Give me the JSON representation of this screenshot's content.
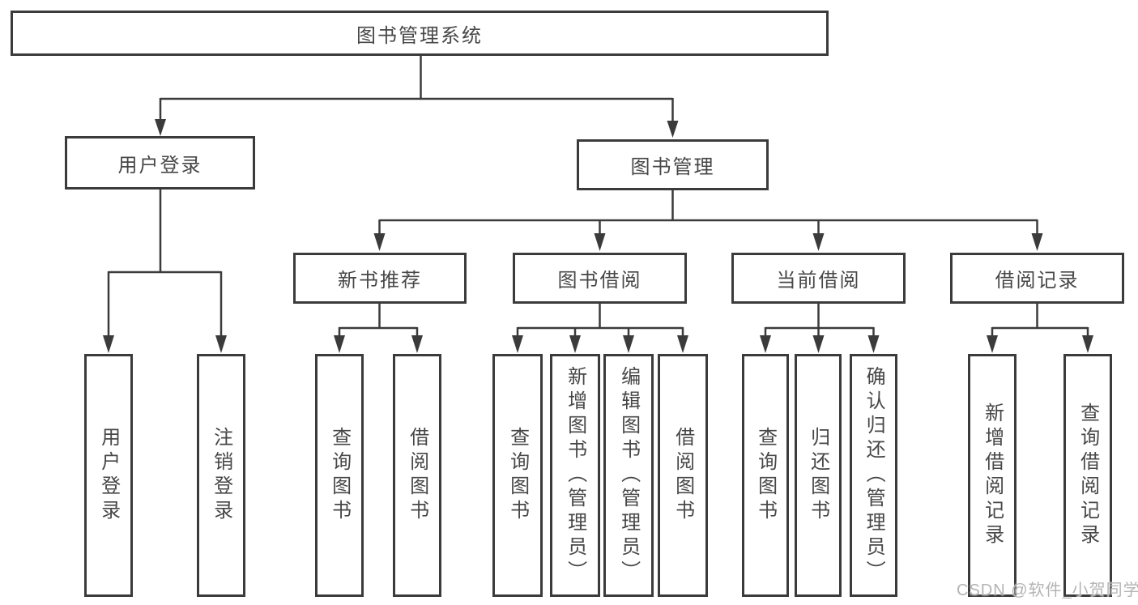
{
  "colors": {
    "line": "#3b3b3b",
    "box_border": "#3b3b3b",
    "text": "#474747",
    "watermark": "#b4b4b4",
    "background": "#ffffff"
  },
  "nodes": {
    "root": "图书管理系统",
    "login": "用户登录",
    "manage": "图书管理",
    "groups": [
      "新书推荐",
      "图书借阅",
      "当前借阅",
      "借阅记录"
    ],
    "login_children": [
      "用户登录",
      "注销登录"
    ],
    "recommend_children": [
      "查询图书",
      "借阅图书"
    ],
    "borrow_children": [
      "查询图书",
      "新增图书（管理员）",
      "编辑图书（管理员）",
      "借阅图书"
    ],
    "current_children": [
      "查询图书",
      "归还图书",
      "确认归还（管理员）"
    ],
    "record_children": [
      "新增借阅记录",
      "查询借阅记录"
    ]
  },
  "watermark": "CSDN @软件_小贺同学"
}
